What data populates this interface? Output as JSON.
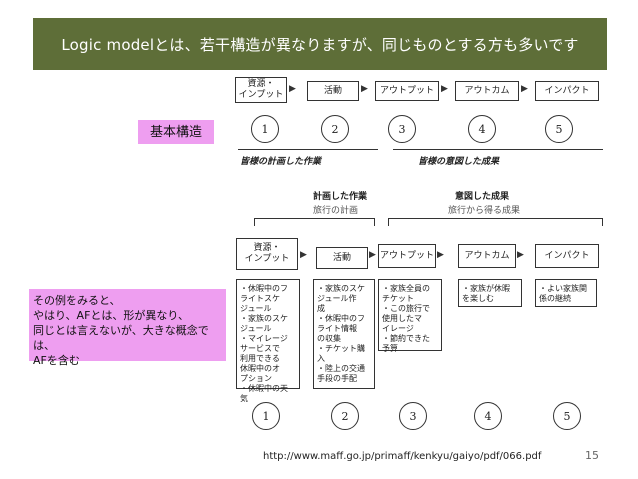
{
  "slide": {
    "title": "Logic modelとは、若干構造が異なりますが、同じものとする方も多いです",
    "basic_label": "基本構造",
    "example_text": "その例をみると、\nやはり、AFとは、形が異なり、\n同じとは言えないが、大きな概念では、\nAFを含む",
    "source_url": "http://www.maff.go.jp/primaff/kenkyu/gaiyo/pdf/066.pdf",
    "page_number": "15"
  },
  "top_diagram": {
    "stages": [
      "資源・\nインプット",
      "活動",
      "アウトプット",
      "アウトカム",
      "インパクト"
    ],
    "numbers": [
      "1",
      "2",
      "3",
      "4",
      "5"
    ],
    "planned_label": "皆様の計画した作業",
    "intended_label": "皆様の意図した成果"
  },
  "bottom_diagram": {
    "planned_heading": "計画した作業",
    "planned_sub": "旅行の計画",
    "intended_heading": "意図した成果",
    "intended_sub": "旅行から得る成果",
    "stages": [
      "資源・\nインプット",
      "活動",
      "アウトプット",
      "アウトカム",
      "インパクト"
    ],
    "numbers": [
      "1",
      "2",
      "3",
      "4",
      "5"
    ],
    "details": [
      "・休暇中のフ\nライトスケ\nジュール\n・家族のスケ\nジュール\n・マイレージ\nサービスで\n利用できる\n休暇中のオ\nプション\n・休暇中の天\n気",
      "・家族のスケ\nジュール作\n成\n・休暇中のフ\nライト情報\nの収集\n・チケット購\n入\n・陸上の交通\n手段の手配",
      "・家族全員の\nチケット\n・この旅行で\n使用したマ\nイレージ\n・節約できた\n予算",
      "・家族が休暇\nを楽しむ",
      "・よい家族関\n係の継続"
    ]
  }
}
